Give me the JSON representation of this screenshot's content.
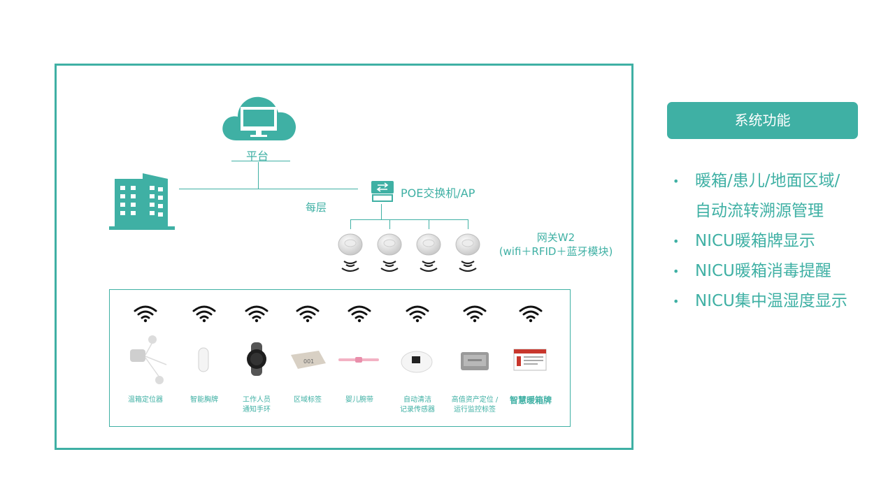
{
  "diagram": {
    "platform_label": "平台",
    "floor_label": "每层",
    "switch_label": "POE交换机/AP",
    "gateway_label_line1": "网关W2",
    "gateway_label_line2": "(wifi＋RFID＋蓝牙模块)",
    "devices": [
      {
        "label_line1": "温箱定位器",
        "label_line2": ""
      },
      {
        "label_line1": "智能胸牌",
        "label_line2": ""
      },
      {
        "label_line1": "工作人员",
        "label_line2": "通知手环"
      },
      {
        "label_line1": "区域标签",
        "label_line2": ""
      },
      {
        "label_line1": "婴儿腕带",
        "label_line2": ""
      },
      {
        "label_line1": "自动清洁",
        "label_line2": "记录传感器"
      },
      {
        "label_line1": "高值资产定位 /",
        "label_line2": "运行监控标签"
      },
      {
        "label_line1": "智慧暖箱牌",
        "label_line2": ""
      }
    ],
    "area_tag_text": "001",
    "colors": {
      "accent": "#3fb0a4"
    },
    "icons": [
      "cloud-monitor-icon",
      "building-icon",
      "switch-icon",
      "gateway-ap-icon",
      "wifi-icon",
      "signal-icon"
    ]
  },
  "sidebar": {
    "title": "系统功能",
    "features": [
      {
        "line1": "暖箱/患儿/地面区域/",
        "line2": "自动流转溯源管理"
      },
      {
        "line1": "NICU暖箱牌显示",
        "line2": ""
      },
      {
        "line1": "NICU暖箱消毒提醒",
        "line2": ""
      },
      {
        "line1": "NICU集中温湿度显示",
        "line2": ""
      }
    ],
    "bullet": "•"
  }
}
